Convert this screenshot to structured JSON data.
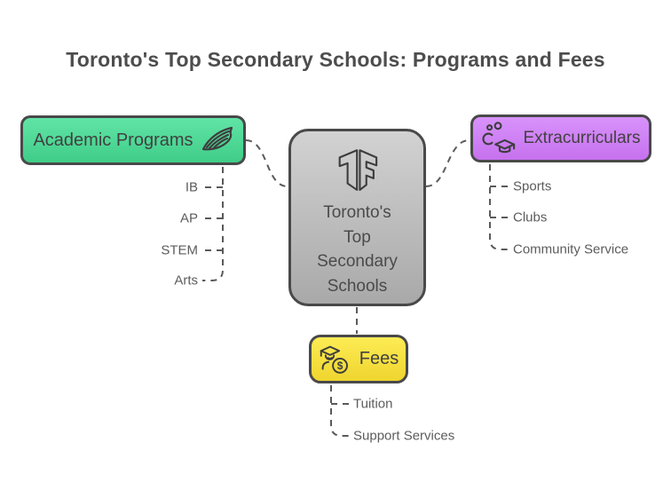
{
  "title": "Toronto's Top Secondary Schools: Programs and Fees",
  "center": {
    "label": "Toronto's\nTop\nSecondary\nSchools",
    "logo": "tf-monogram-logo"
  },
  "branches": {
    "academic": {
      "label": "Academic Programs",
      "icon": "open-book-pages-icon",
      "children": [
        "IB",
        "AP",
        "STEM",
        "Arts"
      ]
    },
    "extracurriculars": {
      "label": "Extracurriculars",
      "icon": "graduation-activities-icon",
      "children": [
        "Sports",
        "Clubs",
        "Community Service"
      ]
    },
    "fees": {
      "label": "Fees",
      "icon": "graduate-dollar-icon",
      "children": [
        "Tuition",
        "Support Services"
      ]
    }
  },
  "colors": {
    "academic_green_top": "#61e4a6",
    "academic_green_bottom": "#3fcd88",
    "extracurriculars_purple_top": "#d892fb",
    "extracurriculars_purple_bottom": "#c671ee",
    "fees_yellow_top": "#fdec55",
    "fees_yellow_bottom": "#efd52e",
    "center_gray_top": "#d2d2d2",
    "center_gray_bottom": "#a9a9a9",
    "border": "#494949",
    "connector": "#5a5a5a",
    "title_text": "#4d4d4d"
  }
}
